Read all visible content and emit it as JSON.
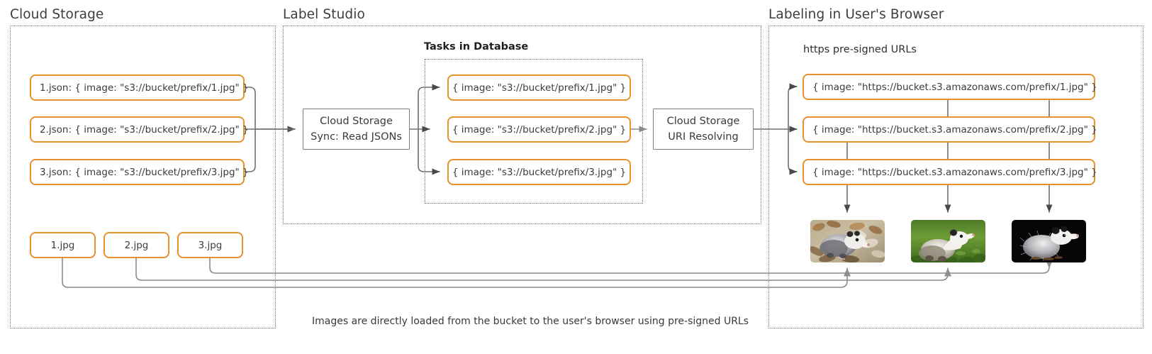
{
  "panels": [
    {
      "id": "cloud-storage",
      "title": "Cloud Storage"
    },
    {
      "id": "label-studio",
      "title": "Label Studio"
    },
    {
      "id": "user-browser",
      "title": "Labeling in User's Browser"
    }
  ],
  "subtitles": {
    "tasks_in_database": "Tasks in Database",
    "presigned_urls": "https pre-signed URLs"
  },
  "cloud_storage": {
    "json_files": [
      "1.json: { image: \"s3://bucket/prefix/1.jpg\" }",
      "2.json: { image: \"s3://bucket/prefix/2.jpg\" }",
      "3.json: { image: \"s3://bucket/prefix/3.jpg\" }"
    ],
    "images": [
      "1.jpg",
      "2.jpg",
      "3.jpg"
    ]
  },
  "label_studio": {
    "sync_process": {
      "line1": "Cloud Storage",
      "line2": "Sync: Read JSONs"
    },
    "resolve_process": {
      "line1": "Cloud Storage",
      "line2": "URI Resolving"
    },
    "tasks": [
      "{ image: \"s3://bucket/prefix/1.jpg\" }",
      "{ image: \"s3://bucket/prefix/2.jpg\" }",
      "{ image: \"s3://bucket/prefix/3.jpg\" }"
    ]
  },
  "user_browser": {
    "urls": [
      "{ image: \"https://bucket.s3.amazonaws.com/prefix/1.jpg\" }",
      "{ image: \"https://bucket.s3.amazonaws.com/prefix/2.jpg\" }",
      "{ image: \"https://bucket.s3.amazonaws.com/prefix/3.jpg\" }"
    ],
    "thumbnails": [
      {
        "alt": "opossum-on-leaf-litter"
      },
      {
        "alt": "opossum-in-green-grass"
      },
      {
        "alt": "opossum-on-black-background"
      }
    ]
  },
  "footer_caption": "Images are directly loaded from the bucket to the user's browser using pre-signed URLs",
  "colors": {
    "accent_orange": "#e8912d",
    "box_gray": "#808080",
    "connector_gray": "#707070",
    "arrow_gray": "#555555",
    "text": "#3a3a3a",
    "dotted_border": "#6e6e6e"
  }
}
